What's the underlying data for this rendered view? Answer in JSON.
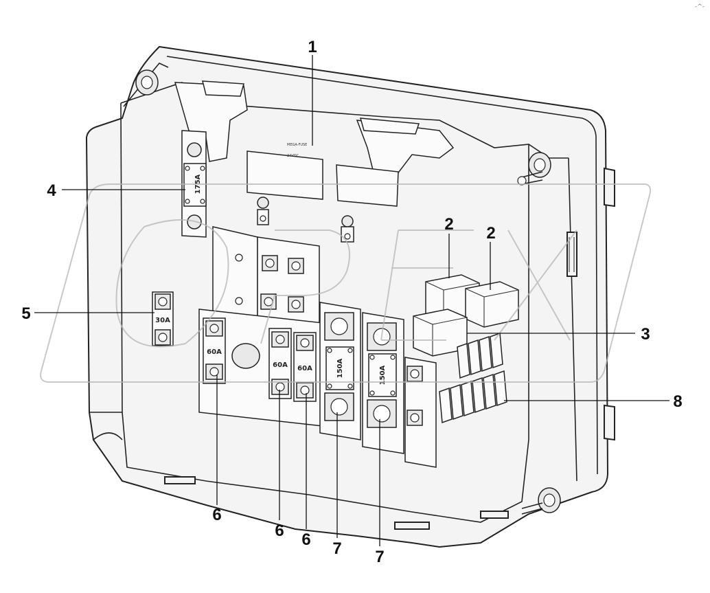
{
  "callouts": [
    {
      "id": "c1",
      "text": "1"
    },
    {
      "id": "c2a",
      "text": "2"
    },
    {
      "id": "c2b",
      "text": "2"
    },
    {
      "id": "c3",
      "text": "3"
    },
    {
      "id": "c4",
      "text": "4"
    },
    {
      "id": "c5",
      "text": "5"
    },
    {
      "id": "c6a",
      "text": "6"
    },
    {
      "id": "c6b",
      "text": "6"
    },
    {
      "id": "c6c",
      "text": "6"
    },
    {
      "id": "c7a",
      "text": "7"
    },
    {
      "id": "c7b",
      "text": "7"
    },
    {
      "id": "c8",
      "text": "8"
    }
  ],
  "fuse_labels": {
    "fuse_175": "175A",
    "fuse_30": "30A",
    "fuse_60a": "60A",
    "fuse_60b": "60A",
    "fuse_60c": "60A",
    "fuse_150a": "150A",
    "fuse_150b": "150A"
  },
  "relay_text": {
    "line1": "MEGA-FUSE",
    "line2": "",
    "line3": "24VDC"
  },
  "watermark": {
    "text": "OPEX",
    "color": "#b5b5b5"
  },
  "corner_mark": "-^-"
}
